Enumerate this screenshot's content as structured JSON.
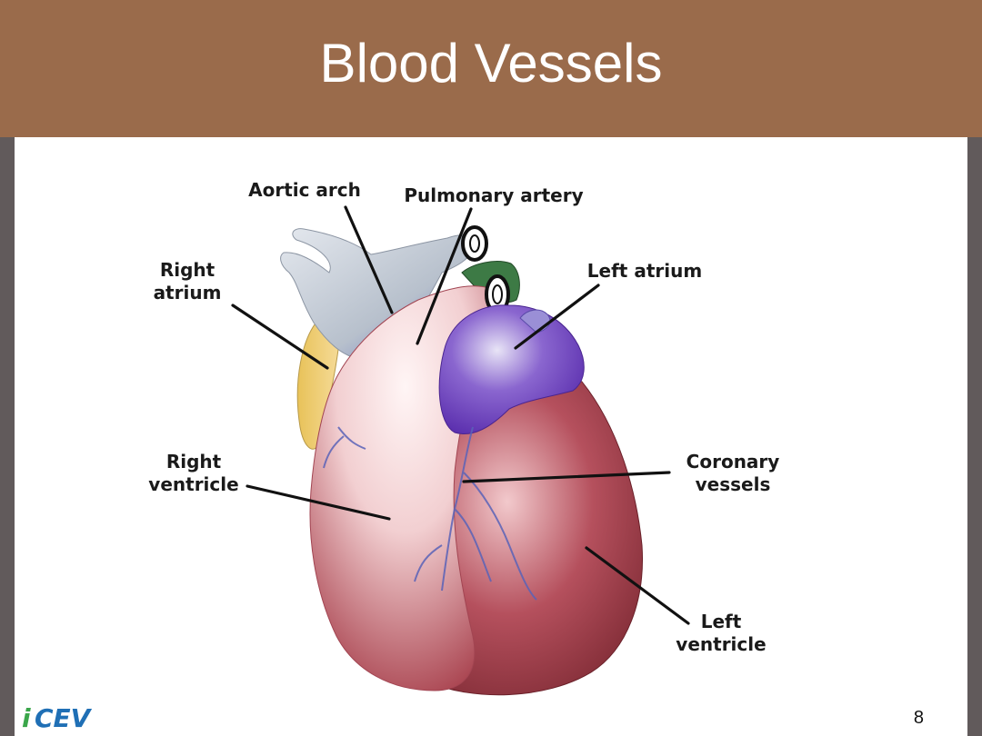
{
  "slide": {
    "title": "Blood Vessels",
    "page_number": "8"
  },
  "logo": {
    "text": "iCEV",
    "i_color": "#3aa64a",
    "cev_color": "#1f6fb5"
  },
  "colors": {
    "header": "#9a6b4b",
    "side_bars": "#615a5b"
  },
  "labels": {
    "aortic_arch": "Aortic arch",
    "pulmonary_artery": "Pulmonary artery",
    "right_atrium_line1": "Right",
    "right_atrium_line2": "atrium",
    "left_atrium": "Left atrium",
    "right_ventricle_line1": "Right",
    "right_ventricle_line2": "ventricle",
    "coronary_vessels_line1": "Coronary",
    "coronary_vessels_line2": "vessels",
    "left_ventricle_line1": "Left",
    "left_ventricle_line2": "ventricle"
  }
}
